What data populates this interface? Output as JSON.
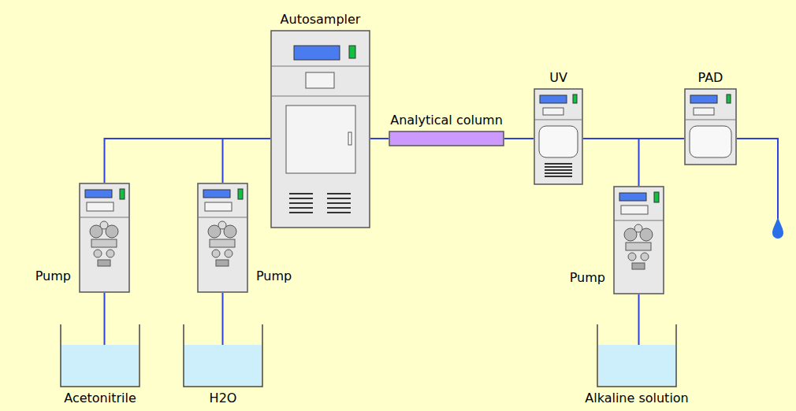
{
  "diagram": {
    "nodes": [
      {
        "text": [
          "Autosampler"
        ]
      },
      {
        "text": [
          "Analytical column"
        ]
      },
      {
        "text": [
          "UV"
        ]
      },
      {
        "text": [
          "PAD"
        ]
      },
      {
        "text": [
          "Pump"
        ]
      },
      {
        "text": [
          "Pump"
        ]
      },
      {
        "text": [
          "Pump"
        ]
      },
      {
        "text": [
          "Acetonitrile"
        ]
      },
      {
        "text": [
          "H2O"
        ]
      },
      {
        "text": [
          "Alkaline solution"
        ]
      }
    ],
    "edges": [
      {
        "from": 7,
        "to": 4,
        "arrow": "none"
      },
      {
        "from": 8,
        "to": 5,
        "arrow": "none"
      },
      {
        "from": 4,
        "to": 0,
        "arrow": "none"
      },
      {
        "from": 5,
        "to": 0,
        "arrow": "none"
      },
      {
        "from": 0,
        "to": 1,
        "arrow": "none"
      },
      {
        "from": 1,
        "to": 2,
        "arrow": "none"
      },
      {
        "from": 2,
        "to": 3,
        "arrow": "none"
      },
      {
        "from": 9,
        "to": 6,
        "arrow": "none"
      },
      {
        "from": 6,
        "to": 3,
        "arrow": "none"
      }
    ]
  }
}
